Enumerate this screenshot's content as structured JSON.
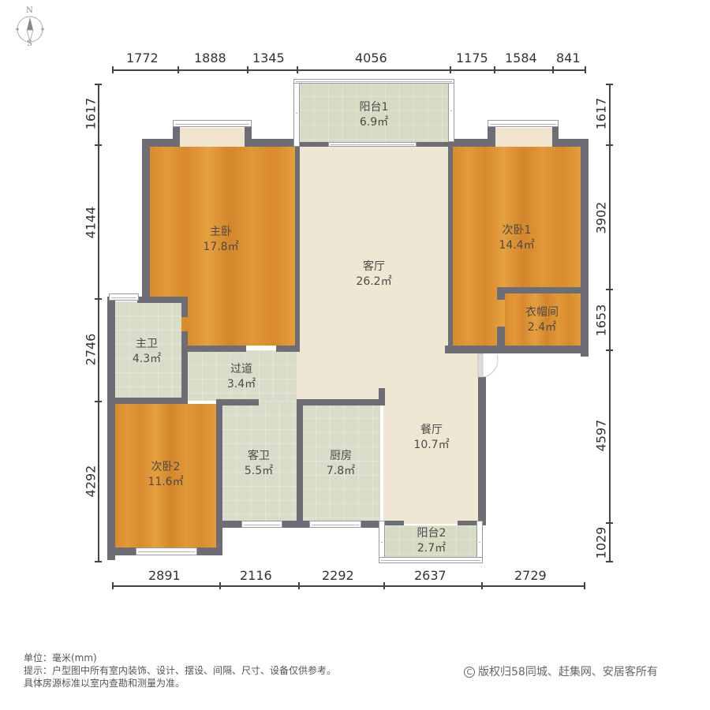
{
  "compass": {
    "north": "N",
    "south": "S"
  },
  "dimensions": {
    "top": [
      "1772",
      "1888",
      "1345",
      "4056",
      "1175",
      "1584",
      "841"
    ],
    "bottom": [
      "2891",
      "2116",
      "2292",
      "2637",
      "2729"
    ],
    "left": [
      "1617",
      "4144",
      "2746",
      "4292"
    ],
    "right": [
      "1617",
      "3902",
      "1653",
      "4597",
      "1029"
    ]
  },
  "rooms": [
    {
      "name": "阳台1",
      "area": "6.9㎡"
    },
    {
      "name": "主卧",
      "area": "17.8㎡"
    },
    {
      "name": "客厅",
      "area": "26.2㎡"
    },
    {
      "name": "次卧1",
      "area": "14.4㎡"
    },
    {
      "name": "衣帽间",
      "area": "2.4㎡"
    },
    {
      "name": "主卫",
      "area": "4.3㎡"
    },
    {
      "name": "过道",
      "area": "3.4㎡"
    },
    {
      "name": "次卧2",
      "area": "11.6㎡"
    },
    {
      "name": "客卫",
      "area": "5.5㎡"
    },
    {
      "name": "厨房",
      "area": "7.8㎡"
    },
    {
      "name": "餐厅",
      "area": "10.7㎡"
    },
    {
      "name": "阳台2",
      "area": "2.7㎡"
    }
  ],
  "footer": {
    "unit": "单位：毫米(mm)",
    "tip": "提示：户型图中所有室内装饰、设计、摆设、间隔、尺寸、设备仅供参考。",
    "note": "具体房源标准以室内查勘和测量为准。",
    "copyright": "版权归58同城、赶集网、安居客所有"
  },
  "colors": {
    "wall": "#6d6e75",
    "wood": "#dd9232",
    "tile": "#d9dcc8",
    "marble": "#efe6d3"
  }
}
